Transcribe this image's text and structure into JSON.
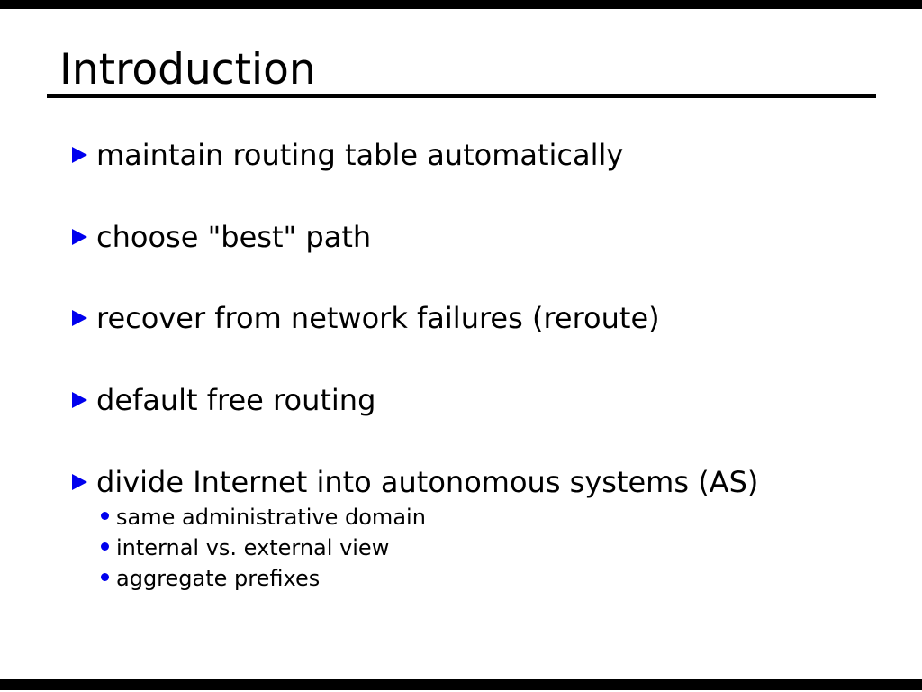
{
  "slide": {
    "title": "Introduction",
    "bullets": [
      {
        "label": "maintain routing table automatically"
      },
      {
        "label": "choose \"best\" path"
      },
      {
        "label": "recover from network failures (reroute)"
      },
      {
        "label": "default free routing"
      },
      {
        "label": "divide Internet into autonomous systems (AS)",
        "sub": [
          "same administrative domain",
          "internal vs. external view",
          "aggregate prefixes"
        ]
      }
    ],
    "colors": {
      "bullet_marker": "#0000ee",
      "text": "#000000",
      "background": "#ffffff",
      "rule": "#000000"
    }
  }
}
